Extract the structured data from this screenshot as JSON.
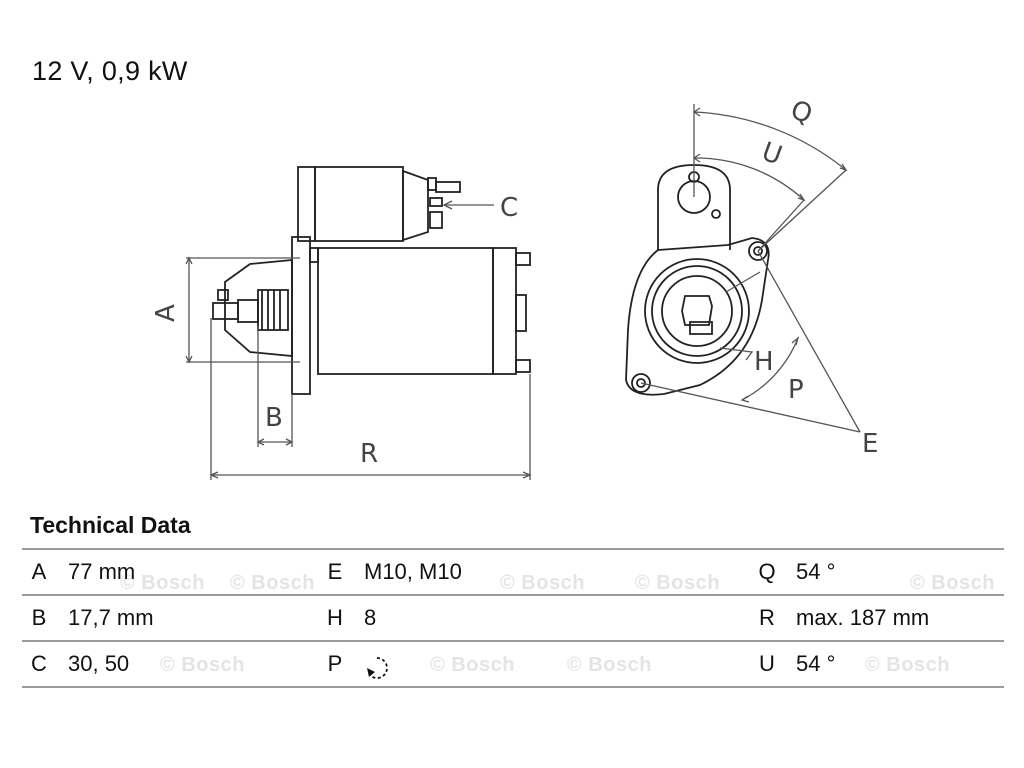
{
  "header": {
    "rating": "12 V, 0,9 kW"
  },
  "drawing": {
    "labels": {
      "a": "A",
      "b": "B",
      "c": "C",
      "r": "R",
      "q": "Q",
      "u": "U",
      "h": "H",
      "p": "P",
      "e": "E"
    }
  },
  "technical_data": {
    "title": "Technical Data",
    "rows": [
      [
        {
          "key": "A",
          "value": "77 mm"
        },
        {
          "key": "E",
          "value": "M10, M10"
        },
        {
          "key": "Q",
          "value": "54 °"
        }
      ],
      [
        {
          "key": "B",
          "value": "17,7 mm"
        },
        {
          "key": "H",
          "value": "8"
        },
        {
          "key": "R",
          "value": "max. 187 mm"
        }
      ],
      [
        {
          "key": "C",
          "value": "30, 50"
        },
        {
          "key": "P",
          "value": ""
        },
        {
          "key": "U",
          "value": "54 °"
        }
      ]
    ]
  },
  "watermark": "© Bosch",
  "colors": {
    "line": "#222222",
    "dim": "#555555",
    "rule": "#9a9a9a",
    "watermark": "#e4e4e4"
  }
}
